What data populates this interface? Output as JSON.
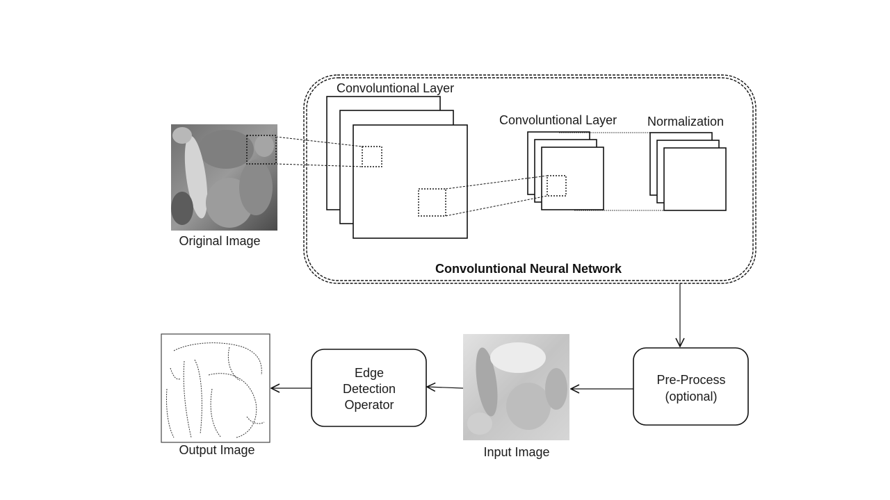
{
  "diagram": {
    "cnn_label": "Convoluntional Neural Network",
    "conv_layer_1_label": "Convoluntional Layer",
    "conv_layer_2_label": "Convoluntional Layer",
    "normalization_label": "Normalization",
    "original_image_label": "Original Image",
    "input_image_label": "Input Image",
    "output_image_label": "Output Image",
    "preprocess": {
      "line1": "Pre-Process",
      "line2": "(optional)"
    },
    "edge_operator": {
      "line1": "Edge",
      "line2": "Detection",
      "line3": "Operator"
    }
  },
  "colors": {
    "stroke": "#111111",
    "photo_dark": "#5a5a5a",
    "photo_light": "#d8d8d8"
  }
}
